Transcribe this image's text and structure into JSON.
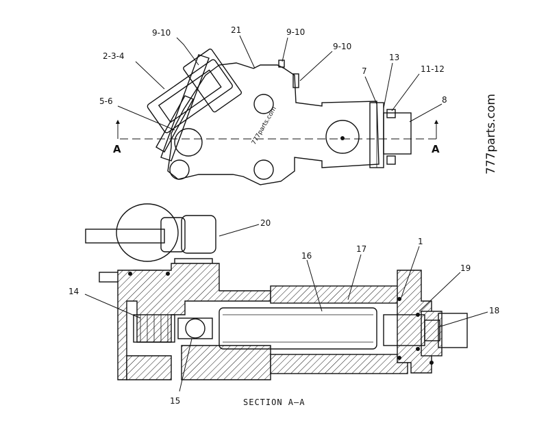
{
  "callouts": {
    "c_9_10_a": "9-10",
    "c_21": "21",
    "c_9_10_b": "9-10",
    "c_9_10_c": "9-10",
    "c_2_3_4": "2-3-4",
    "c_13": "13",
    "c_7": "7",
    "c_11_12": "11-12",
    "c_5_6": "5-6",
    "c_8": "8",
    "c_20": "20",
    "c_16": "16",
    "c_17": "17",
    "c_1": "1",
    "c_19": "19",
    "c_14": "14",
    "c_18": "18",
    "c_15": "15"
  },
  "section_markers": {
    "left": "A",
    "right": "A"
  },
  "section_title": "SECTION A–A",
  "watermarks": {
    "small": "777parts.com",
    "side": "777parts.com"
  }
}
